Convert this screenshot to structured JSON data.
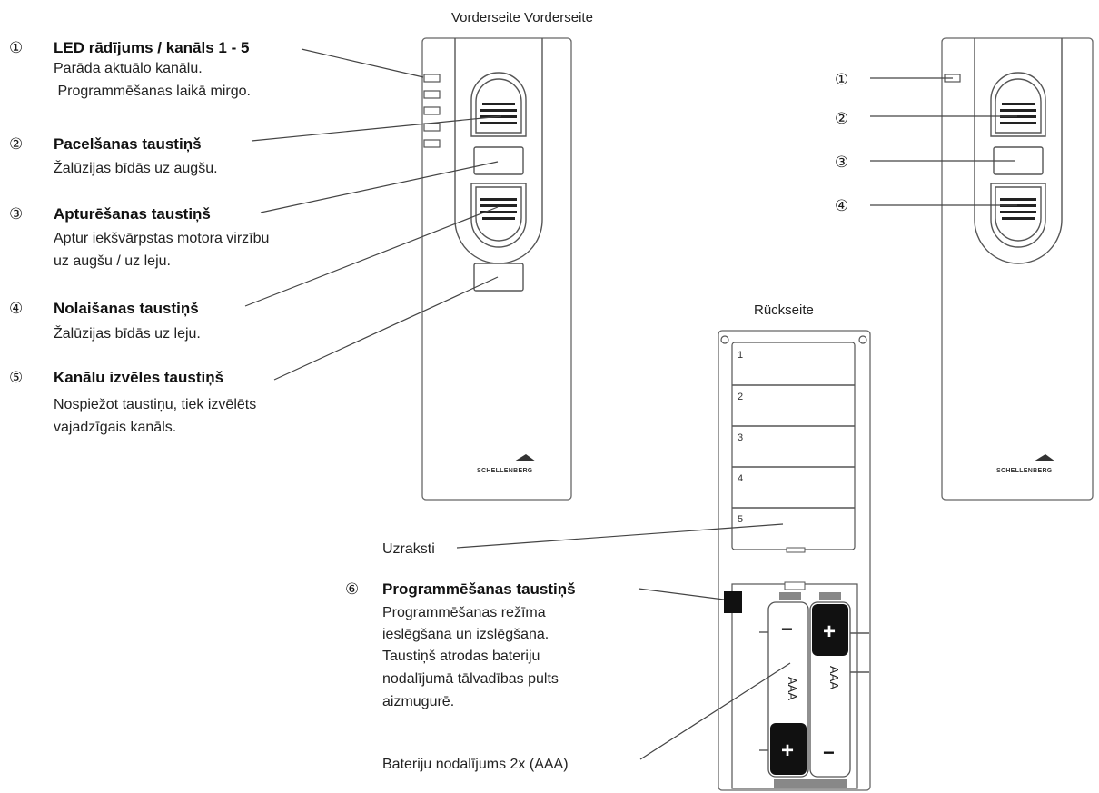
{
  "front_view_title": "Vorderseite Vorderseite",
  "back_view_title": "Rückseite",
  "brand_text": "SCHELLENBERG",
  "callouts": [
    {
      "num": "①",
      "title": "LED rādījums / kanāls 1 - 5",
      "desc": [
        "Parāda aktuālo kanālu.",
        " Programmēšanas laikā mirgo."
      ]
    },
    {
      "num": "②",
      "title": "Pacelšanas taustiņš",
      "desc": [
        "Žalūzijas bīdās uz augšu."
      ]
    },
    {
      "num": "③",
      "title": "Apturēšanas taustiņš",
      "desc": [
        "Aptur iekšvārpstas motora virzību",
        "uz augšu / uz leju."
      ]
    },
    {
      "num": "④",
      "title": "Nolaišanas taustiņš",
      "desc": [
        "Žalūzijas bīdās uz leju."
      ]
    },
    {
      "num": "⑤",
      "title": "Kanālu izvēles taustiņš",
      "desc": [
        "Nospiežot taustiņu, tiek izvēlēts",
        "vajadzīgais kanāls."
      ]
    },
    {
      "num": "⑥",
      "title": "Programmēšanas taustiņš",
      "desc": [
        "Programmēšanas režīma",
        "ieslēgšana un izslēgšana.",
        "Taustiņš atrodas bateriju",
        "nodalījumā tālvadības pults",
        "aizmugurē."
      ]
    }
  ],
  "right_view_numbers": [
    "①",
    "②",
    "③",
    "④"
  ],
  "labels_slots": [
    "1",
    "2",
    "3",
    "4",
    "5"
  ],
  "labels_caption": "Uzraksti",
  "battery_caption": "Bateriju nodalījums 2x (AAA)",
  "battery_type": "AAA",
  "battery_plus": "+",
  "battery_minus": "−"
}
